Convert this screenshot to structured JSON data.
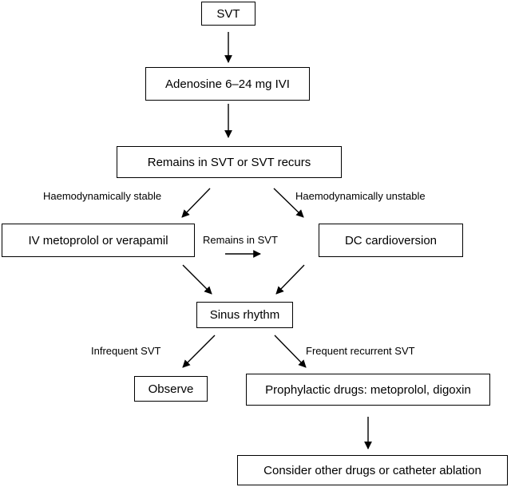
{
  "nodes": {
    "svt": "SVT",
    "adenosine": "Adenosine 6–24 mg IVI",
    "remains": "Remains in SVT or SVT recurs",
    "iv_drugs": "IV metoprolol or verapamil",
    "dc": "DC cardioversion",
    "sinus": "Sinus rhythm",
    "observe": "Observe",
    "prophylactic": "Prophylactic drugs: metoprolol, digoxin",
    "consider": "Consider other drugs or catheter ablation"
  },
  "edge_labels": {
    "stable": "Haemodynamically stable",
    "unstable": "Haemodynamically unstable",
    "remains_in_svt": "Remains in SVT",
    "infrequent": "Infrequent SVT",
    "frequent": "Frequent recurrent SVT"
  }
}
